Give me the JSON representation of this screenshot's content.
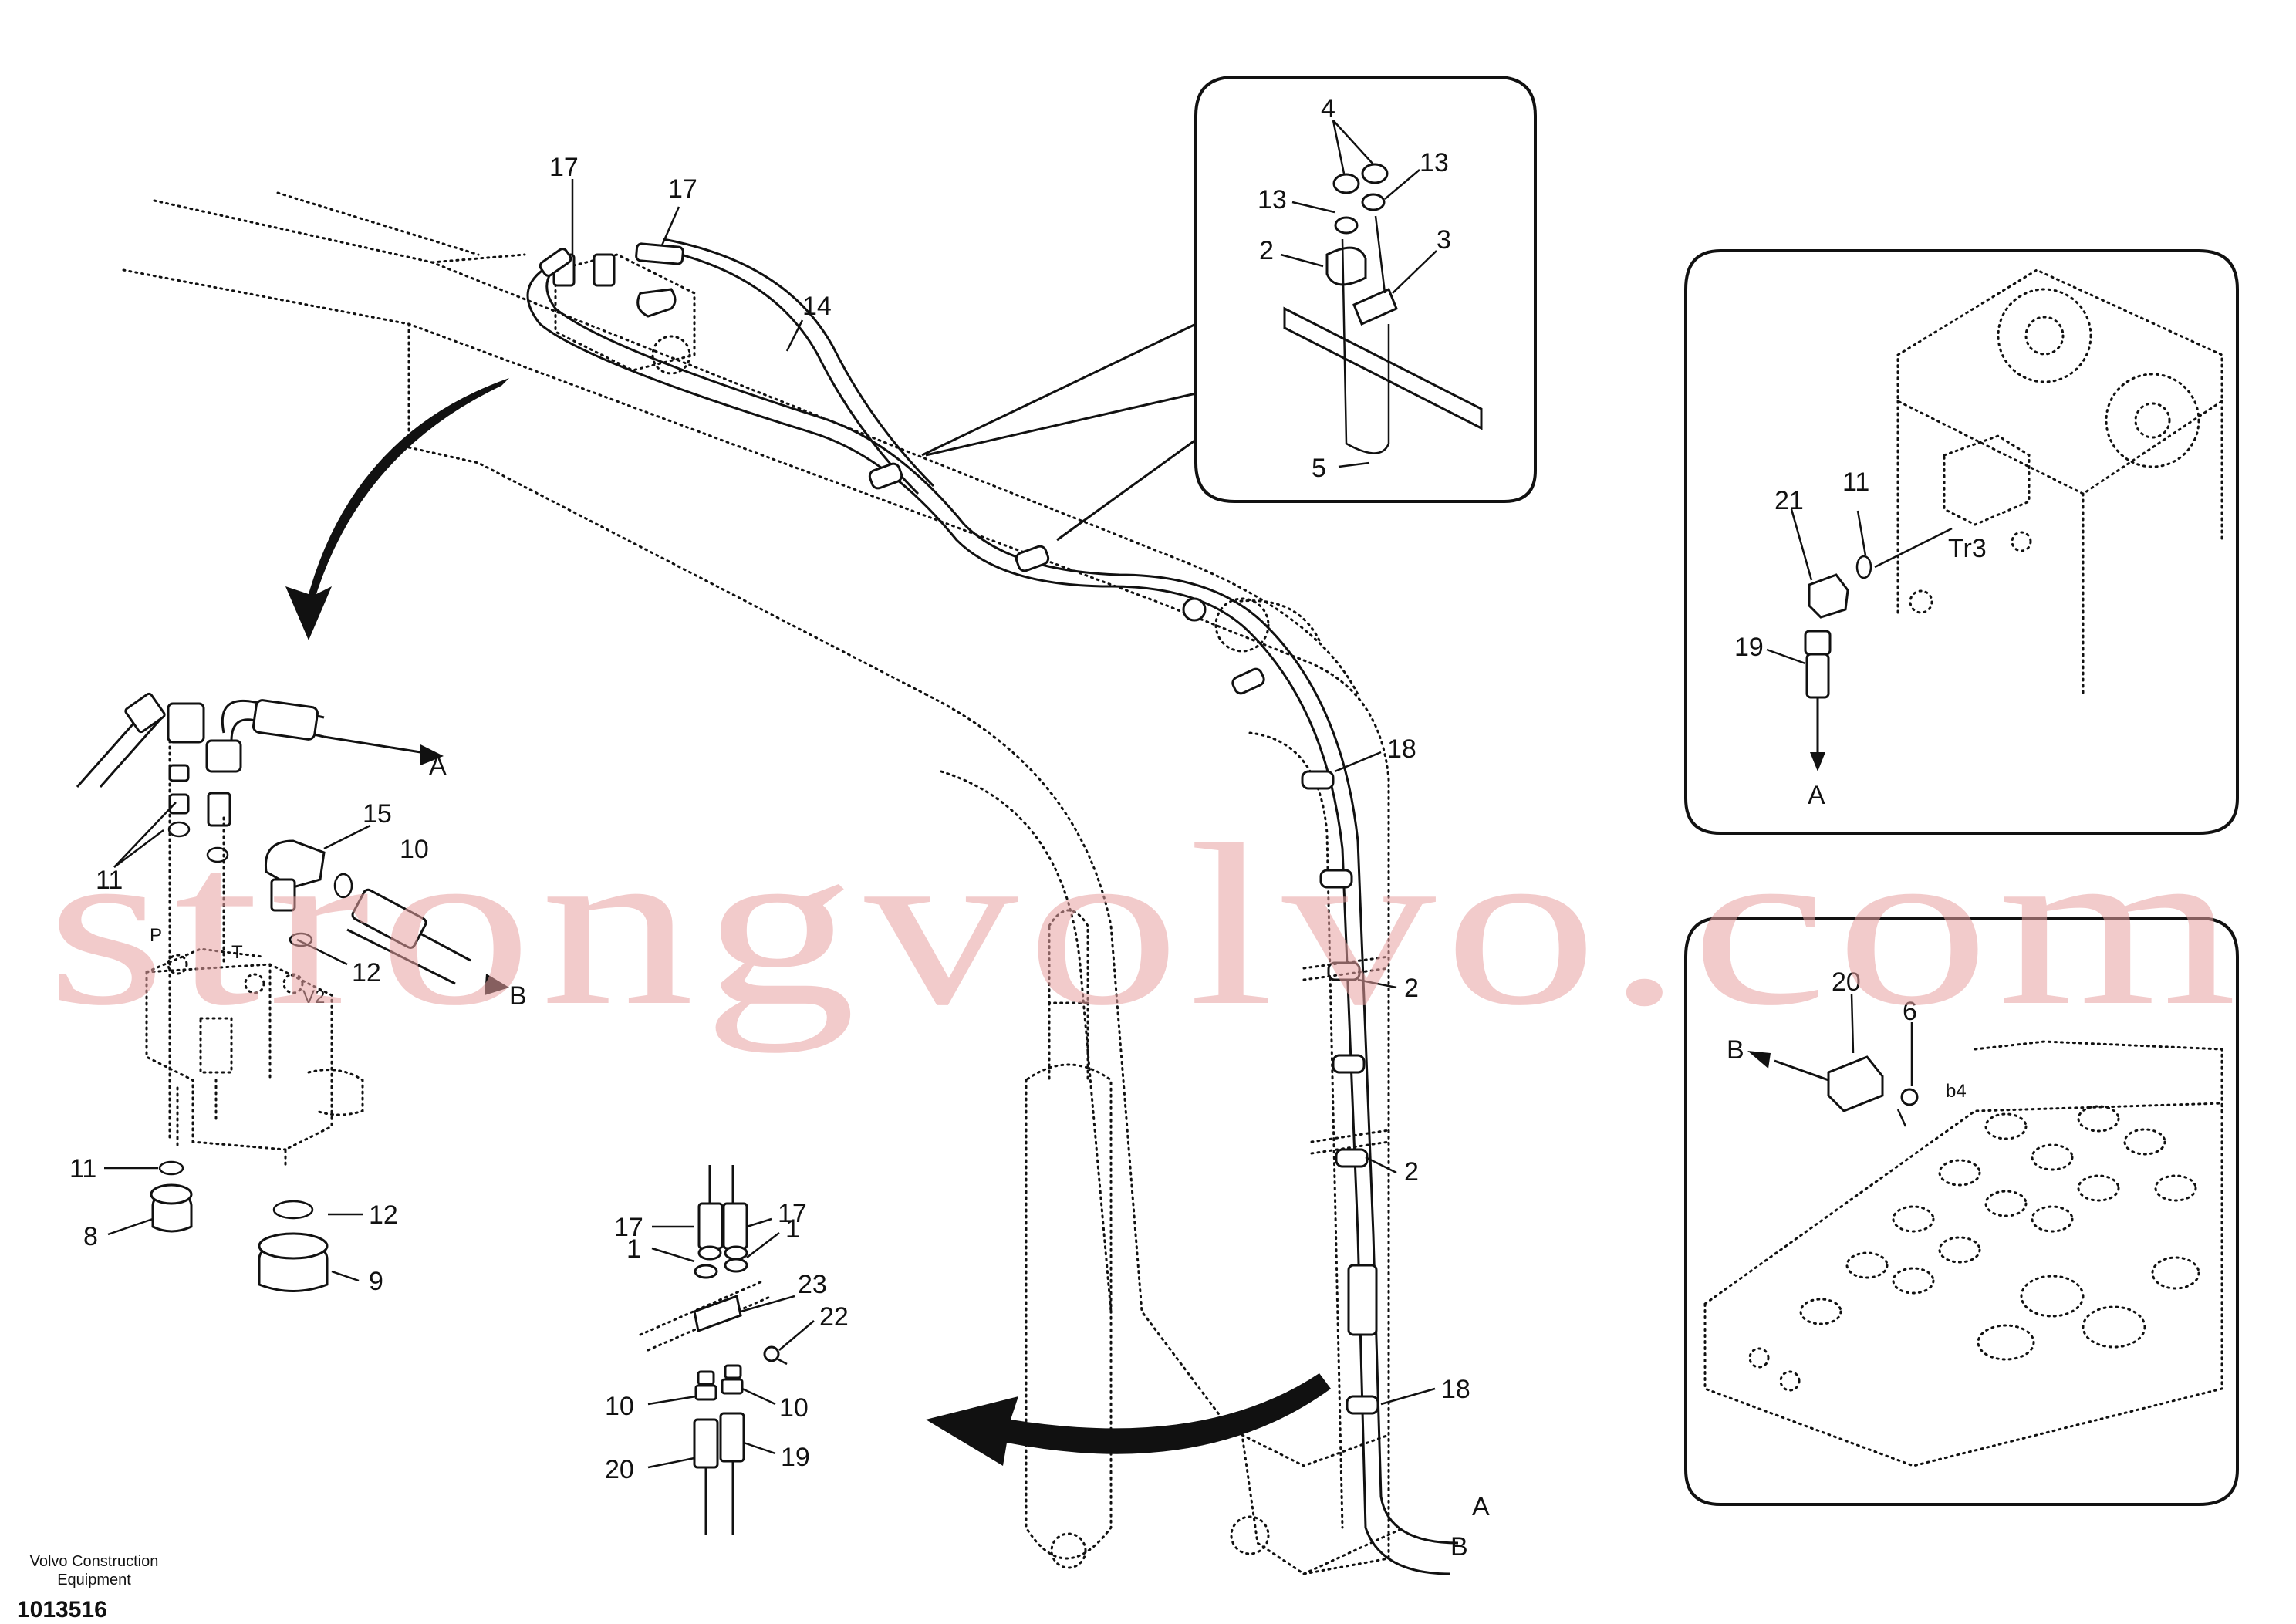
{
  "labels": {
    "l17a": "17",
    "l17b": "17",
    "l14": "14",
    "l4": "4",
    "l13a": "13",
    "l13b": "13",
    "l2a": "2",
    "l3": "3",
    "l5": "5",
    "l21": "21",
    "l11a": "11",
    "lTr3": "Tr3",
    "l19a": "19",
    "lAa": "A",
    "lAb": "A",
    "l15": "15",
    "l10a": "10",
    "l11b": "11",
    "lP": "P",
    "lT": "T",
    "l12a": "12",
    "lBa": "B",
    "lV2": "V2",
    "l11c": "11",
    "l12b": "12",
    "l8": "8",
    "l9": "9",
    "l18a": "18",
    "l2b": "2",
    "l2c": "2",
    "l18b": "18",
    "lAc": "A",
    "lBb": "B",
    "l17c": "17",
    "l17d": "17",
    "l1a": "1",
    "l1b": "1",
    "l23": "23",
    "l22": "22",
    "l10b": "10",
    "l10c": "10",
    "l20a": "20",
    "l19b": "19",
    "l20b": "20",
    "lBc": "B",
    "l6": "6",
    "lb4": "b4"
  },
  "watermark": "strongvolvo.com",
  "footer": {
    "brand_line1": "Volvo Construction",
    "brand_line2": "Equipment",
    "drawing_number": "1013516"
  },
  "colors": {
    "line": "#111111",
    "watermark": "#e8a0a0",
    "background": "#ffffff"
  }
}
